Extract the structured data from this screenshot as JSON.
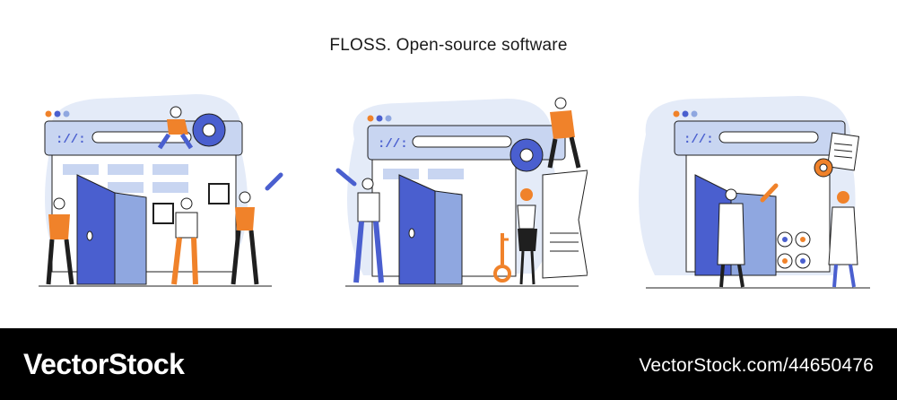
{
  "title": "FLOSS. Open-source software",
  "footer": {
    "brand": "VectorStock",
    "image_id": "VectorStock.com/44650476"
  },
  "colors": {
    "blue_primary": "#4a5fcf",
    "blue_light": "#d9e2f5",
    "blue_mid": "#8fa7e0",
    "orange": "#f0822a",
    "outline": "#1f1f1f",
    "footer_bg": "#000000"
  },
  "scenes": [
    {
      "name": "scene-gear-team",
      "icons": [
        "browser-window-icon",
        "gear-icon",
        "wrench-icon",
        "door-icon",
        "frame-icon"
      ]
    },
    {
      "name": "scene-key-document",
      "icons": [
        "browser-window-icon",
        "gear-icon",
        "wrench-icon",
        "key-icon",
        "document-icon"
      ]
    },
    {
      "name": "scene-research",
      "icons": [
        "browser-window-icon",
        "gear-icon",
        "wrench-icon",
        "chart-icon",
        "clipboard-icon"
      ]
    }
  ]
}
